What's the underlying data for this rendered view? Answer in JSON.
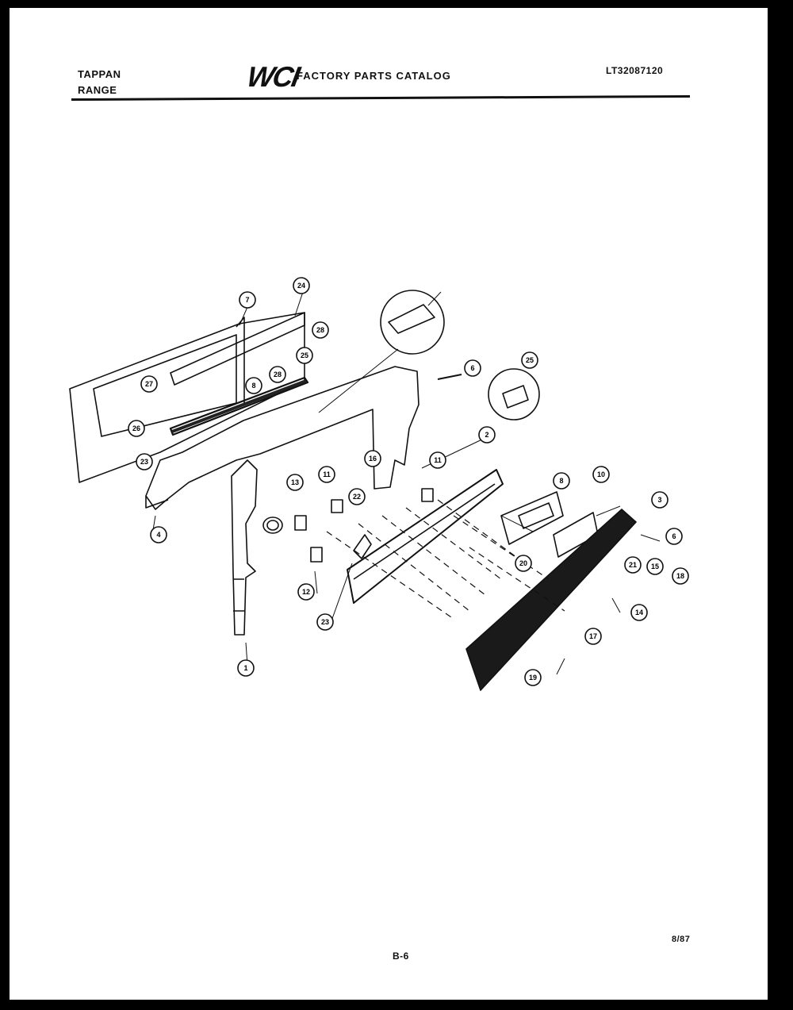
{
  "header": {
    "brand": "TAPPAN",
    "product": "RANGE",
    "logo": "WCI",
    "catalog_title": "FACTORY PARTS CATALOG",
    "model": "LT32087120"
  },
  "footer": {
    "page": "B-6",
    "date": "8/87"
  },
  "callouts": [
    {
      "id": "c7",
      "label": "7"
    },
    {
      "id": "c24",
      "label": "24"
    },
    {
      "id": "c28a",
      "label": "28"
    },
    {
      "id": "c28b",
      "label": "28"
    },
    {
      "id": "c25a",
      "label": "25"
    },
    {
      "id": "c27",
      "label": "27"
    },
    {
      "id": "c8a",
      "label": "8"
    },
    {
      "id": "c26",
      "label": "26"
    },
    {
      "id": "c23a",
      "label": "23"
    },
    {
      "id": "c4",
      "label": "4"
    },
    {
      "id": "c6a",
      "label": "6"
    },
    {
      "id": "c25b",
      "label": "25"
    },
    {
      "id": "c2",
      "label": "2"
    },
    {
      "id": "c13",
      "label": "13"
    },
    {
      "id": "c11a",
      "label": "11"
    },
    {
      "id": "c16",
      "label": "16"
    },
    {
      "id": "c11b",
      "label": "11"
    },
    {
      "id": "c22",
      "label": "22"
    },
    {
      "id": "c8b",
      "label": "8"
    },
    {
      "id": "c10",
      "label": "10"
    },
    {
      "id": "c3",
      "label": "3"
    },
    {
      "id": "c6b",
      "label": "6"
    },
    {
      "id": "c20",
      "label": "20"
    },
    {
      "id": "c21",
      "label": "21"
    },
    {
      "id": "c15",
      "label": "15"
    },
    {
      "id": "c18",
      "label": "18"
    },
    {
      "id": "c14",
      "label": "14"
    },
    {
      "id": "c12",
      "label": "12"
    },
    {
      "id": "c23b",
      "label": "23"
    },
    {
      "id": "c17",
      "label": "17"
    },
    {
      "id": "c19",
      "label": "19"
    },
    {
      "id": "c1",
      "label": "1"
    }
  ]
}
